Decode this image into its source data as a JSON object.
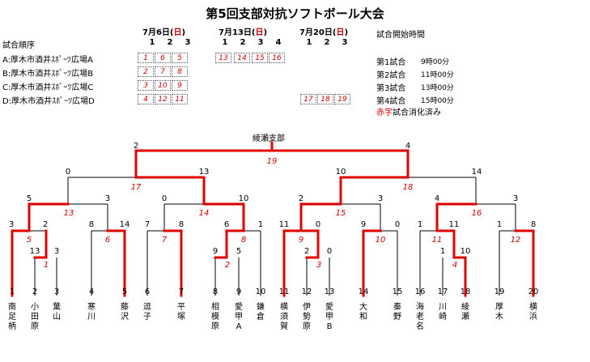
{
  "title": "第5回支部対抗ソフトボール大会",
  "order_label": "試合順序",
  "dates": [
    {
      "label": "7月6日(",
      "day": "日",
      "close": ")",
      "nums": [
        "1",
        "2",
        "3"
      ]
    },
    {
      "label": "7月13日(",
      "day": "日",
      "close": ")",
      "nums": [
        "1",
        "2",
        "3",
        "4"
      ]
    },
    {
      "label": "7月20日(",
      "day": "日",
      "close": ")",
      "nums": [
        "1",
        "2",
        "3"
      ]
    }
  ],
  "venues": [
    {
      "name": "A:厚木市酒井ｽﾎﾟｰﾂ広場A",
      "d1": [
        "1",
        "6",
        "5"
      ],
      "d2": [
        "13",
        "14",
        "15",
        "16"
      ],
      "d3": []
    },
    {
      "name": "B:厚木市酒井ｽﾎﾟｰﾂ広場B",
      "d1": [
        "2",
        "7",
        "8"
      ],
      "d2": [],
      "d3": []
    },
    {
      "name": "C:厚木市酒井ｽﾎﾟｰﾂ広場C",
      "d1": [
        "3",
        "10",
        "9"
      ],
      "d2": [],
      "d3": []
    },
    {
      "name": "D:厚木市酒井ｽﾎﾟｰﾂ広場D",
      "d1": [
        "4",
        "12",
        "11"
      ],
      "d2": [],
      "d3": [
        "17",
        "18",
        "19"
      ]
    }
  ],
  "start_label": "試合開始時間",
  "start_times": [
    {
      "game": "第1試合",
      "time": "9時00分"
    },
    {
      "game": "第2試合",
      "time": "11時00分"
    },
    {
      "game": "第3試合",
      "time": "13時00分"
    },
    {
      "game": "第4試合",
      "time": "15時00分"
    }
  ],
  "legend_red": "赤字",
  "legend_rest": "試合消化済み",
  "champion": "綾瀬支部",
  "teams": [
    {
      "no": "1",
      "name": "南足柄"
    },
    {
      "no": "2",
      "name": "小田原"
    },
    {
      "no": "3",
      "name": "葉山"
    },
    {
      "no": "4",
      "name": "寒川"
    },
    {
      "no": "5",
      "name": "藤沢"
    },
    {
      "no": "6",
      "name": "逗子"
    },
    {
      "no": "7",
      "name": "平塚"
    },
    {
      "no": "8",
      "name": "相模原"
    },
    {
      "no": "9",
      "name": "愛甲A"
    },
    {
      "no": "10",
      "name": "鎌倉"
    },
    {
      "no": "11",
      "name": "横須賀"
    },
    {
      "no": "12",
      "name": "伊勢原"
    },
    {
      "no": "13",
      "name": "愛甲B"
    },
    {
      "no": "14",
      "name": "大和"
    },
    {
      "no": "15",
      "name": "秦野"
    },
    {
      "no": "16",
      "name": "海老名"
    },
    {
      "no": "17",
      "name": "川崎"
    },
    {
      "no": "18",
      "name": "綾瀬"
    },
    {
      "no": "19",
      "name": "厚木"
    },
    {
      "no": "20",
      "name": "横浜"
    }
  ],
  "scores": [
    {
      "v": "2"
    },
    {
      "v": "4"
    },
    {
      "v": "0"
    },
    {
      "v": "13"
    },
    {
      "v": "10"
    },
    {
      "v": "14"
    },
    {
      "v": "5"
    },
    {
      "v": "3"
    },
    {
      "v": "0"
    },
    {
      "v": "10"
    },
    {
      "v": "2"
    },
    {
      "v": "3"
    },
    {
      "v": "4"
    },
    {
      "v": "3"
    },
    {
      "v": "3"
    },
    {
      "v": "2"
    },
    {
      "v": "8"
    },
    {
      "v": "14"
    },
    {
      "v": "7"
    },
    {
      "v": "8"
    },
    {
      "v": "6"
    },
    {
      "v": "1"
    },
    {
      "v": "11"
    },
    {
      "v": "0"
    },
    {
      "v": "9"
    },
    {
      "v": "0"
    },
    {
      "v": "1"
    },
    {
      "v": "11"
    },
    {
      "v": "1"
    },
    {
      "v": "8"
    },
    {
      "v": "13"
    },
    {
      "v": "3"
    },
    {
      "v": "9"
    },
    {
      "v": "5"
    },
    {
      "v": "2"
    },
    {
      "v": "0"
    },
    {
      "v": "1"
    },
    {
      "v": "10"
    }
  ],
  "games": [
    "19",
    "17",
    "18",
    "13",
    "14",
    "15",
    "16",
    "5",
    "6",
    "7",
    "8",
    "9",
    "10",
    "11",
    "12",
    "1",
    "2",
    "3",
    "4"
  ]
}
